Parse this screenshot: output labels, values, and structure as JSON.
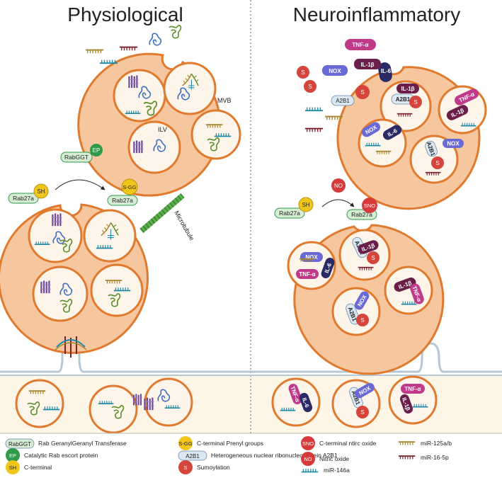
{
  "titles": {
    "left": "Physiological",
    "right": "Neuroinflammatory"
  },
  "labels": {
    "mvb": "MVB",
    "ilv": "ILV",
    "microtubule": "Microtubule",
    "rab27a": "Rab27a",
    "rabggt": "RabGGT",
    "ep": "EP",
    "sh": "SH",
    "sgg": "S-GG",
    "sno": "SNO",
    "no": "NO",
    "s": "S",
    "nox": "NOX",
    "a2b1": "A2B1",
    "tnfa": "TNF-α",
    "il6": "IL-6",
    "il1b": "IL-1β"
  },
  "legend": [
    {
      "symbol": "RabGGT",
      "text": "Rab GeranylGeranyl Transferase",
      "color": "#d6ecd3"
    },
    {
      "symbol": "EP",
      "text": "Catalytic Rab escort protein",
      "color": "#2e9a4a"
    },
    {
      "symbol": "SH",
      "text": "C-terminal",
      "color": "#f2c51b"
    },
    {
      "symbol": "S-GG",
      "text": "C-terminal Prenyl groups",
      "color": "#f2c51b"
    },
    {
      "symbol": "A2B1",
      "text": "Heterogeneous nuclear ribonucleoprotein A2B1",
      "color": "#dbe8f4"
    },
    {
      "symbol": "S",
      "text": "Sumoylation",
      "color": "#d6453b"
    },
    {
      "symbol": "SNO",
      "text": "C-terminal ntirc oxide",
      "color": "#d63a3a"
    },
    {
      "symbol": "NO",
      "text": "Nitric oxide",
      "color": "#d63a3a"
    },
    {
      "symbol": "miR-146a",
      "text": "miR-146a",
      "color": "#1f8aa8"
    },
    {
      "symbol": "miR-125a/b",
      "text": "miR-125a/b",
      "color": "#a8842a"
    },
    {
      "symbol": "miR-16-5p",
      "text": "miR-16-5p",
      "color": "#7a1f2a"
    }
  ],
  "colors": {
    "cell_fill": "#f6c79e",
    "cell_stroke": "#e07a2e",
    "vesicle_fill": "#fdf4ea",
    "extracellular": "#fdf5e6",
    "membrane": "#b6c7d6",
    "tnf": "#c13a8a",
    "il6": "#2a2a66",
    "il1b": "#6a1f4a",
    "nox": "#6a6ad6",
    "a2b1": "#dbe8f4",
    "sumo": "#d6453b",
    "mir146": "#1f8aa8",
    "mir125": "#a8842a",
    "mir16": "#7a1f2a",
    "rna_blue": "#3b6fc2",
    "rna_green": "#5b8f2a",
    "rna_purple": "#6a4a9a"
  },
  "icons": [
    "rna-blue-icon",
    "rna-green-icon",
    "protein-purple-icon",
    "mirna-hairpin-icon",
    "reaction-arrow-icon"
  ]
}
